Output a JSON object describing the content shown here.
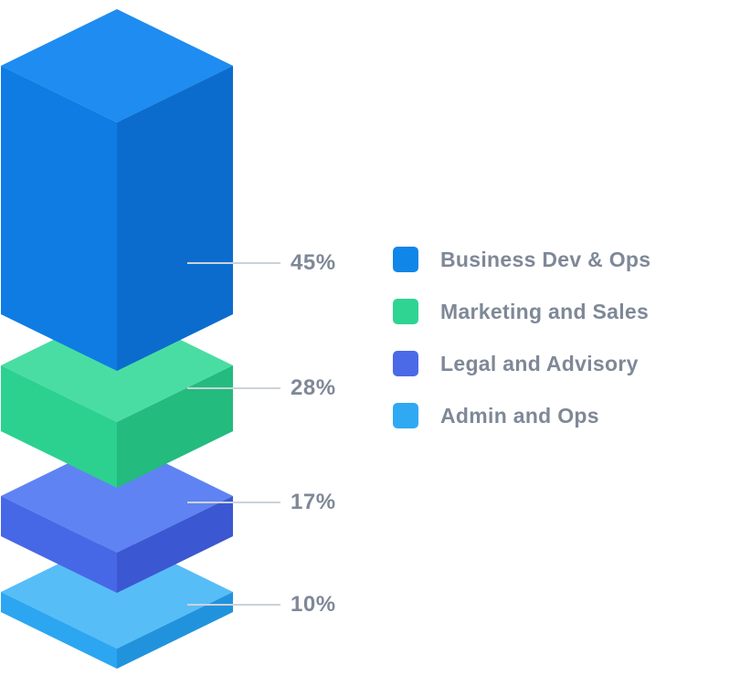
{
  "chart_data": {
    "type": "bar",
    "variant": "isometric-3d-stacked-pyramid",
    "title": "",
    "legend_position": "right",
    "categories": [
      "Business Dev & Ops",
      "Marketing and Sales",
      "Legal and Advisory",
      "Admin and Ops"
    ],
    "values": [
      45,
      28,
      17,
      10
    ],
    "segments": [
      {
        "label": "Business Dev & Ops",
        "value": 45,
        "value_label": "45%",
        "color": "#1086e8",
        "color_top": "#1e8cf0",
        "color_left": "#0f7ce4",
        "color_right": "#0b6cce"
      },
      {
        "label": "Marketing and Sales",
        "value": 28,
        "value_label": "28%",
        "color": "#2fd492",
        "color_top": "#4adda3",
        "color_left": "#2cd18f",
        "color_right": "#23bb7e"
      },
      {
        "label": "Legal and Advisory",
        "value": 17,
        "value_label": "17%",
        "color": "#4a6ae8",
        "color_top": "#5f83f2",
        "color_left": "#4768e6",
        "color_right": "#3c57d2"
      },
      {
        "label": "Admin and Ops",
        "value": 10,
        "value_label": "10%",
        "color": "#2fa9f2",
        "color_top": "#57bdf7",
        "color_left": "#2ca6f0",
        "color_right": "#2193dd"
      }
    ],
    "styles": {
      "leader_line_color": "#ccd2d9",
      "text_color": "#7f8897",
      "background": "#ffffff"
    }
  }
}
